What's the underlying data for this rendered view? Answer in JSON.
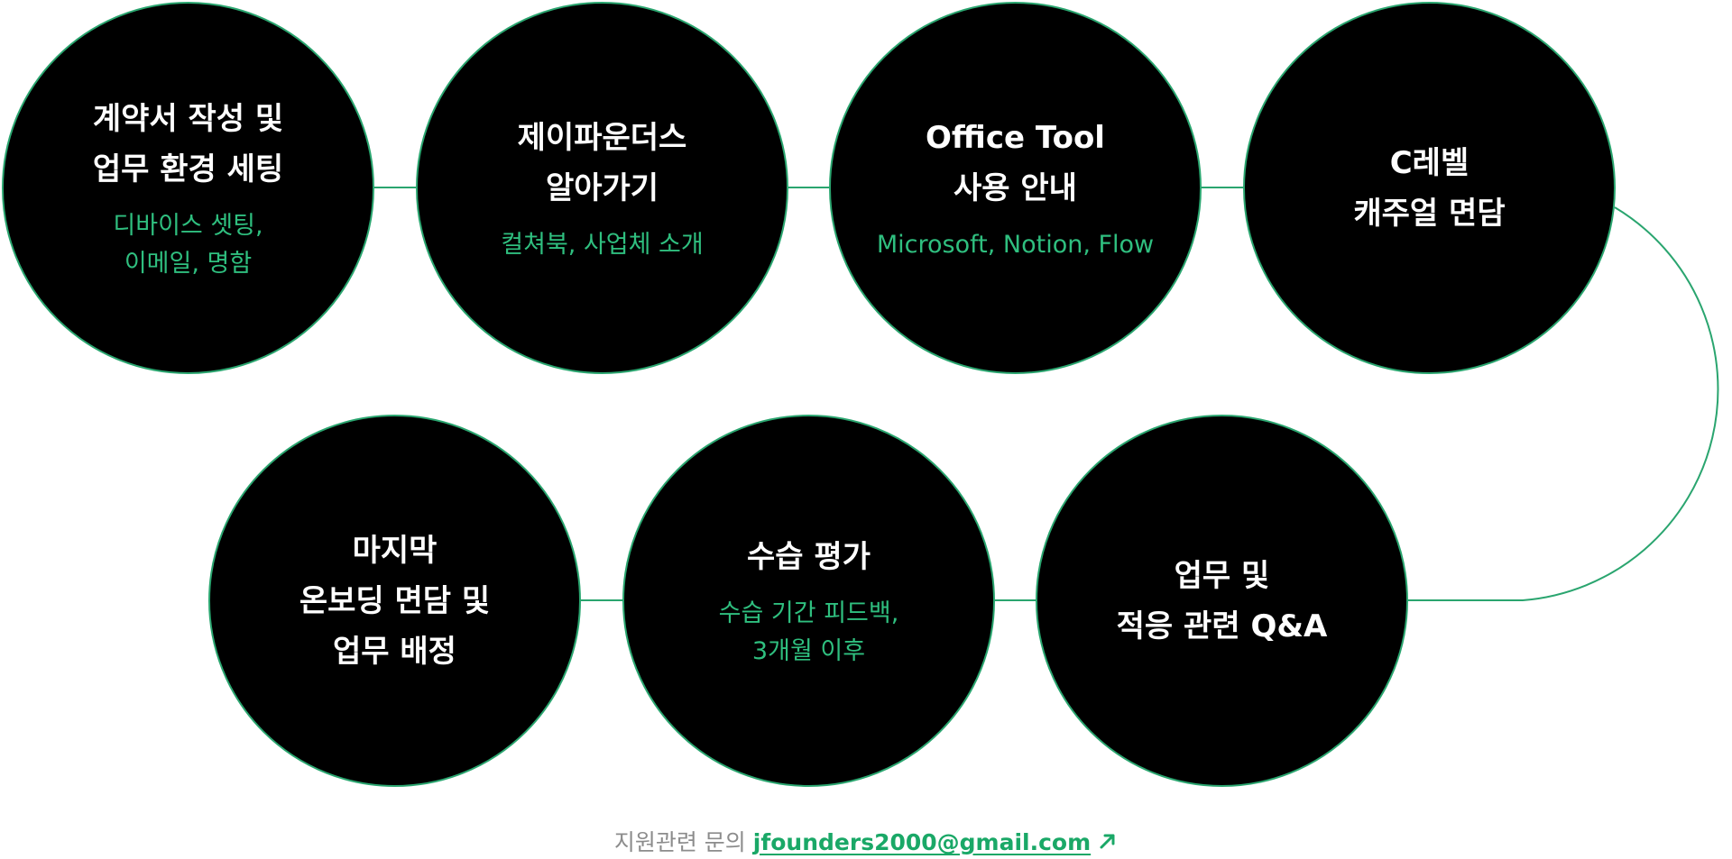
{
  "steps": [
    {
      "title": "계약서 작성 및\n업무 환경 세팅",
      "subtitle": "디바이스 셋팅,\n이메일, 명함"
    },
    {
      "title": "제이파운더스\n알아가기",
      "subtitle": "컬쳐북, 사업체 소개"
    },
    {
      "title": "Office Tool\n사용 안내",
      "subtitle": "Microsoft, Notion, Flow"
    },
    {
      "title": "C레벨\n캐주얼 면담",
      "subtitle": ""
    },
    {
      "title": "업무 및\n적응 관련 Q&A",
      "subtitle": ""
    },
    {
      "title": "수습 평가",
      "subtitle": "수습 기간 피드백,\n3개월 이후"
    },
    {
      "title": "마지막\n온보딩 면담 및\n업무 배정",
      "subtitle": ""
    }
  ],
  "contact": {
    "label": "지원관련 문의",
    "email": "jfounders2000@gmail.com",
    "arrow_icon": "arrow-up-right-icon"
  },
  "colors": {
    "circle_fill": "#000000",
    "circle_stroke": "#2aa56f",
    "title_text": "#ffffff",
    "subtitle_text": "#2fbf7f",
    "connector": "#2aa56f",
    "email": "#1aa867",
    "label": "#8c8c8c"
  }
}
